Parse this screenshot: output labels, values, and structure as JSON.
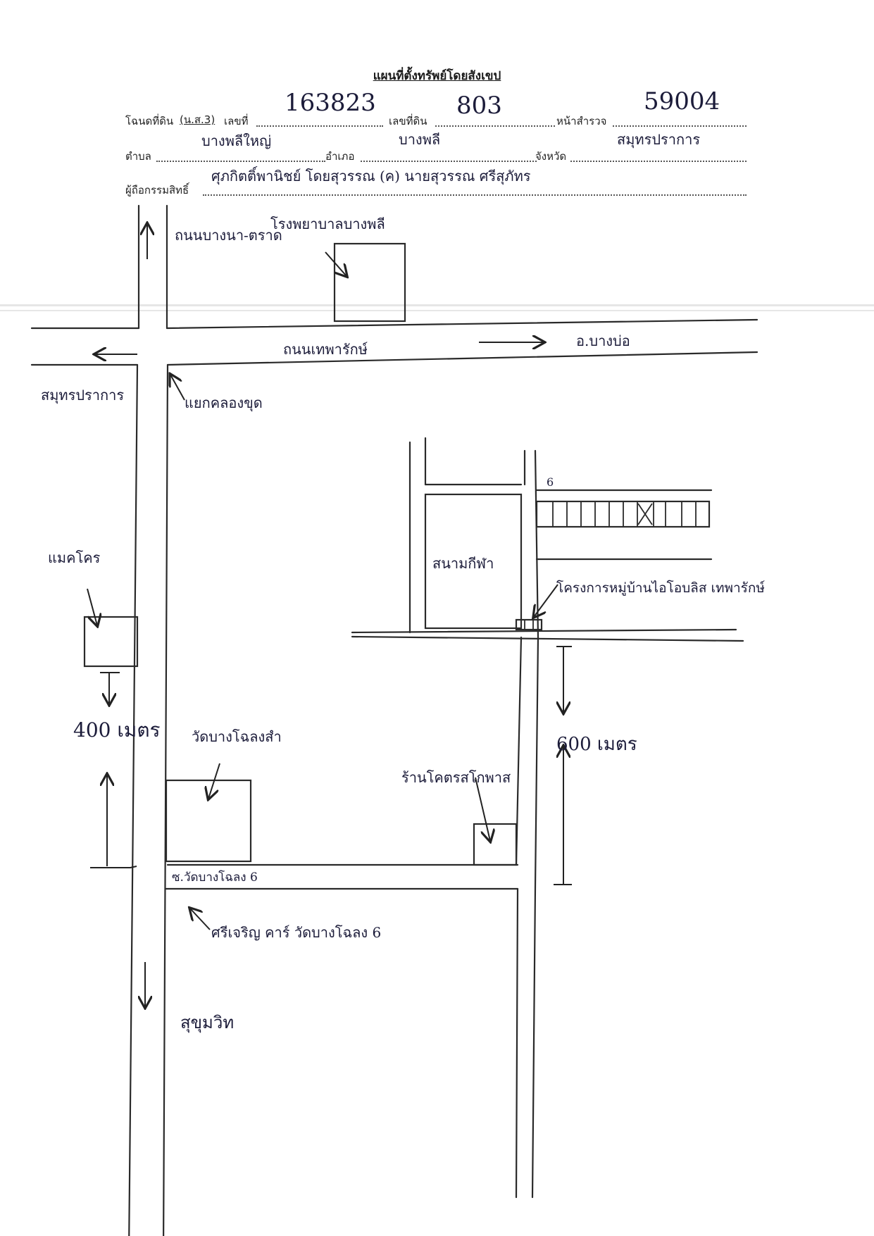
{
  "document": {
    "title": "แผนที่ตั้งทรัพย์โดยสังเขป",
    "fields": {
      "deed_label": "โฉนดที่ดิน",
      "deed_type": "(น.ส.3)",
      "number_label": "เลขที่",
      "number_value": "163823",
      "land_no_label": "เลขที่ดิน",
      "land_no_value": "803",
      "survey_page_label": "หน้าสำรวจ",
      "survey_page_value": "59004",
      "subdistrict_label": "ตำบล",
      "subdistrict_value": "บางพลีใหญ่",
      "district_label": "อำเภอ",
      "district_value": "บางพลี",
      "province_label": "จังหวัด",
      "province_value": "สมุทรปราการ",
      "owner_label": "ผู้ถือกรรมสิทธิ์",
      "owner_value": "ศุภกิตติ์พานิชย์ โดยสุวรรณ (ค) นายสุวรรณ ศรีสุภัทร"
    }
  },
  "map": {
    "labels": {
      "road_north": "ถนนบางนา-ตราด",
      "landmark_hospital": "โรงพยาบาลบางพลี",
      "main_road": "ถนนเทพารักษ์",
      "to_east": "อ.บางบ่อ",
      "to_west": "สมุทรปราการ",
      "intersection": "แยกคลองขุด",
      "landmark_left": "แมคโคร",
      "distance_left": "400 เมตร",
      "landmark_mid": "วัดบางโฉลงสำ",
      "soi_label": "ซ.วัดบางโฉลง 6",
      "landmark_shop": "ร้านโคตรสโกพาส",
      "distance_right": "600 เมตร",
      "village": "สนามกีฬา",
      "village_project": "โครงการหมู่บ้านไอโอบลิส เทพารักษ์",
      "marker_6": "6",
      "marker_x": "X",
      "landmark_bottom": "ศรีเจริญ คาร์ วัดบางโฉลง 6",
      "road_south": "สุขุมวิท"
    }
  }
}
